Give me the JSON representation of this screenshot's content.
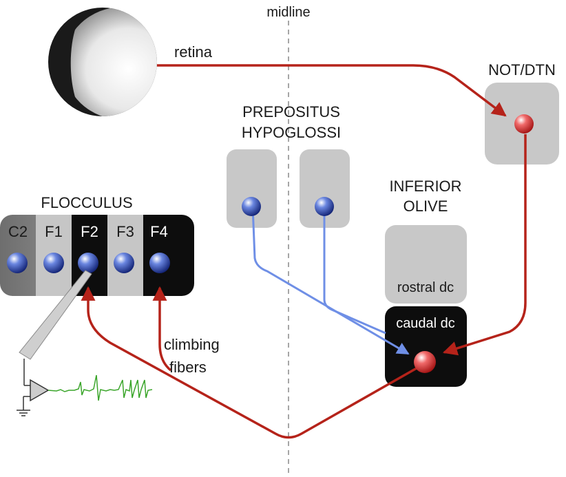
{
  "labels": {
    "midline": "midline",
    "retina": "retina",
    "not_dtn": "NOT/DTN",
    "prepositus_line1": "PREPOSITUS",
    "prepositus_line2": "HYPOGLOSSI",
    "inferior_line1": "INFERIOR",
    "inferior_line2": "OLIVE",
    "rostral_dc": "rostral dc",
    "caudal_dc": "caudal dc",
    "flocculus": "FLOCCULUS",
    "climbing_line1": "climbing",
    "climbing_line2": "fibers"
  },
  "zones": [
    "C2",
    "F1",
    "F2",
    "F3",
    "F4"
  ],
  "colors": {
    "pathway_red": "#b5231a",
    "pathway_blue": "#6f8fe6",
    "nucleus_grey": "#c8c8c8",
    "dark_box": "#0d0d0d",
    "signal_green": "#3aa52a",
    "midline_dash": "#888888",
    "red_neuron": "#e03a3a",
    "blue_neuron": "#1f3fa6"
  }
}
